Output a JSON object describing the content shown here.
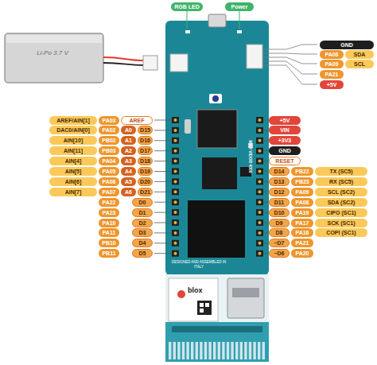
{
  "diagram": {
    "labels": [
      "RGB LED",
      "Power",
      "Li-Po 3.7 V",
      "GND",
      "PA08",
      "SDA",
      "PA09",
      "SCL",
      "PA21",
      "+5V",
      "AREF/AIN[1]",
      "PA03",
      "AREF",
      "DAC0/AIN[0]",
      "PA02",
      "A0",
      "D15",
      "AIN[10]",
      "PB02",
      "A1",
      "D16",
      "AIN[11]",
      "PB03",
      "A2",
      "D17",
      "AIN[4]",
      "PA04",
      "A3",
      "D18",
      "AIN[5]",
      "PA05",
      "A4",
      "D19",
      "AIN[6]",
      "PA06",
      "A5",
      "D20",
      "AIN[7]",
      "PA07",
      "A6",
      "D21",
      "PA22",
      "D0",
      "PA23",
      "D1",
      "PA10",
      "D2",
      "PA11",
      "D3",
      "PB10",
      "D4",
      "PB11",
      "D5",
      "+5V",
      "VIN",
      "+3V3",
      "GND",
      "RESET",
      "D14",
      "PB22",
      "TX (SC5)",
      "D13",
      "PB23",
      "RX (SC5)",
      "D12",
      "PA09",
      "SCL (SC2)",
      "D11",
      "PA08",
      "SDA (SC2)",
      "D10",
      "PA19",
      "CIPO (SC1)",
      "D9",
      "PA17",
      "SCK (SC1)",
      "D8",
      "PA16",
      "COPI (SC1)",
      "~D7",
      "PA21",
      "~D6",
      "PA20",
      "MKR VIDOR 4000",
      "DESIGNED AND ASSEMBLED IN ITALY",
      "blox"
    ]
  }
}
